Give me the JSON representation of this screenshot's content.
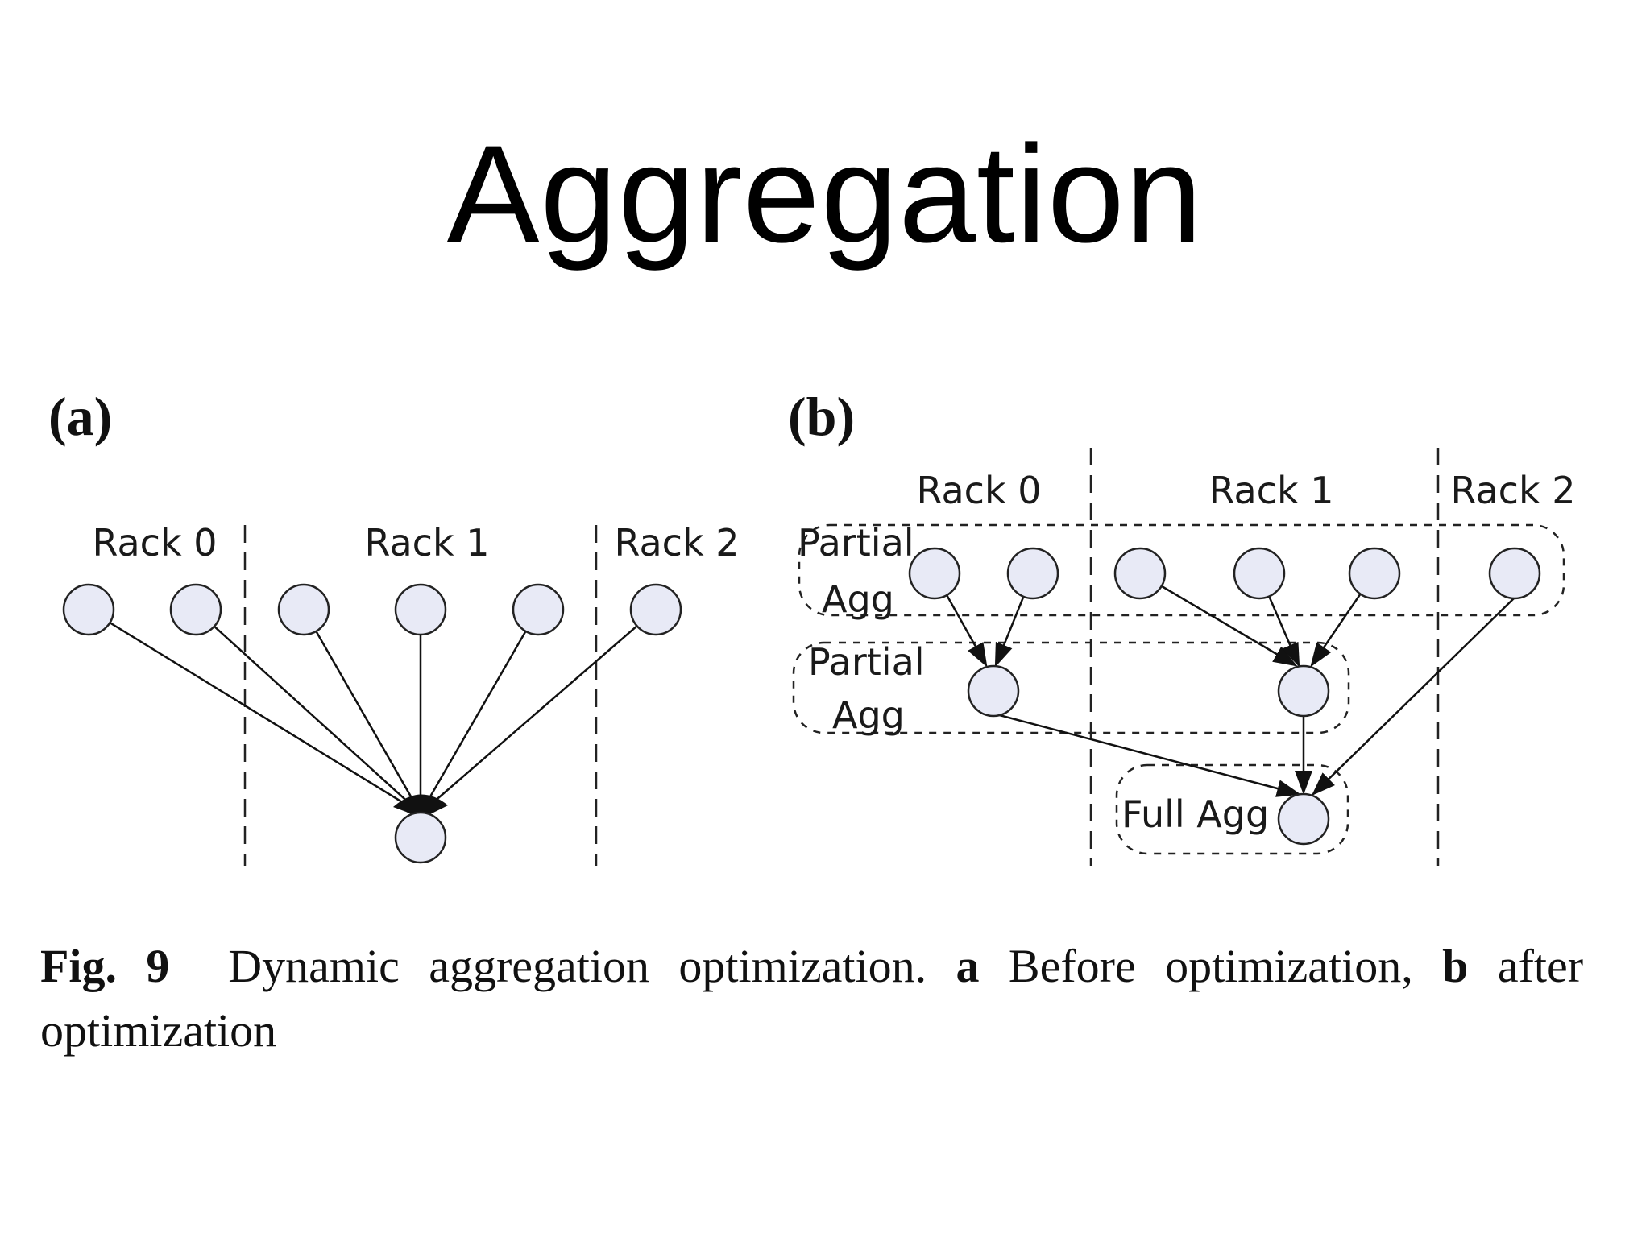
{
  "title": "Aggregation",
  "panel_a": {
    "label": "(a)",
    "racks": [
      "Rack 0",
      "Rack 1",
      "Rack 2"
    ]
  },
  "panel_b": {
    "label": "(b)",
    "racks": [
      "Rack 0",
      "Rack 1",
      "Rack 2"
    ],
    "group_partial_1": [
      "Partial",
      "Agg"
    ],
    "group_partial_2": [
      "Partial",
      "Agg"
    ],
    "group_full": "Full Agg"
  },
  "caption": {
    "fig_label": "Fig. 9",
    "text_1": "Dynamic aggregation optimization.",
    "marker_a": "a",
    "text_2": "Before optimization,",
    "marker_b": "b",
    "text_3": "after optimization"
  },
  "colors": {
    "node_fill": "#e8eaf6",
    "node_stroke": "#222222",
    "line": "#111111"
  }
}
